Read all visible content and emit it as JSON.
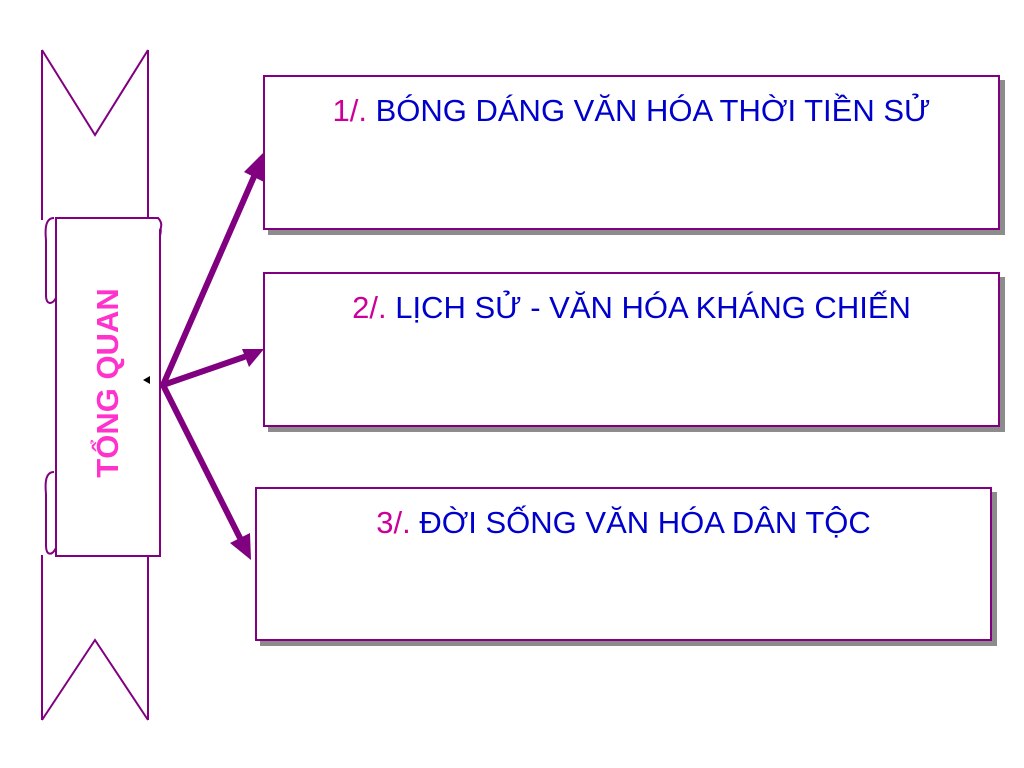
{
  "banner": {
    "title": "TỔNG QUAN"
  },
  "topics": [
    {
      "number": "1/.",
      "text": "BÓNG DÁNG VĂN HÓA THỜI TIỀN SỬ"
    },
    {
      "number": "2/.",
      "text": "LỊCH SỬ - VĂN HÓA KHÁNG CHIẾN"
    },
    {
      "number": "3/.",
      "text": "ĐỜI SỐNG VĂN HÓA DÂN TỘC"
    }
  ],
  "colors": {
    "frame": "#800080",
    "topic_text": "#0000cc",
    "topic_number": "#cc0099",
    "banner_title": "#ff33cc",
    "shadow": "#8c8c8c"
  }
}
